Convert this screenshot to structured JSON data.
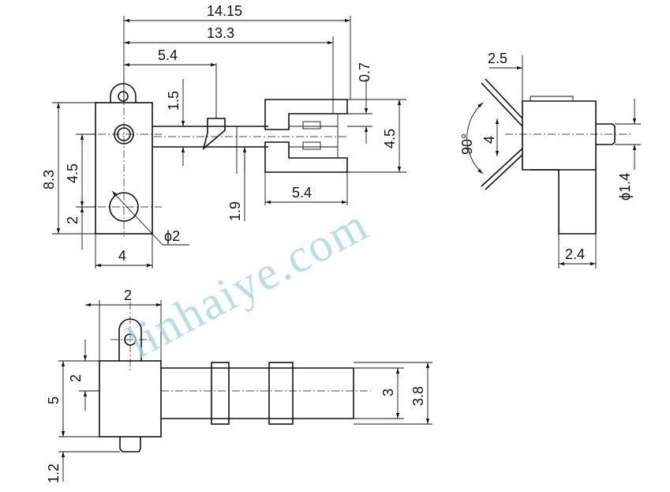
{
  "dimensions": {
    "top_view": {
      "overall_length": "14.15",
      "length_to_slot": "13.3",
      "lever_offset": "5.4",
      "lever_height": "1.5",
      "terminal_gap": "0.7",
      "height_total": "8.3",
      "hole_spacing": "4.5",
      "hole_bottom": "2",
      "body_width": "4",
      "hole_diameter": "ϕ2",
      "terminal_offset": "1.9",
      "terminal_length": "5.4",
      "terminal_spacing": "4.5"
    },
    "side_view": {
      "top_width": "2.5",
      "angle": "90°",
      "inner_height": "4",
      "pin_diameter": "ϕ1.4",
      "base_width": "2.4"
    },
    "bottom_view": {
      "tab_width": "2",
      "body_height": "5",
      "inner_offset": "2",
      "pin_length": "1.2",
      "bar_width": "3",
      "bar_outer": "3.8"
    }
  },
  "watermark": "linhaiye.com"
}
